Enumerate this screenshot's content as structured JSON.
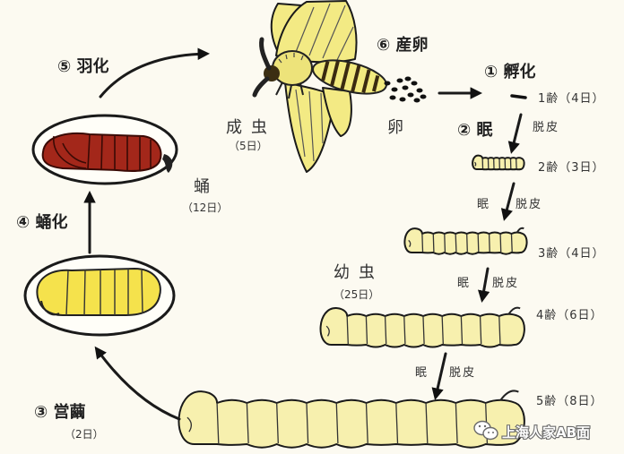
{
  "stages": {
    "eclosion": {
      "label": "⑤ 羽化"
    },
    "oviposition": {
      "label": "⑥ 産卵"
    },
    "hatching": {
      "label": "① 孵化"
    },
    "first_sleep": {
      "label": "② 眠"
    },
    "cocooning": {
      "label": "③ 営繭",
      "duration": "（2日）"
    },
    "pupation": {
      "label": "④ 蛹化"
    }
  },
  "forms": {
    "adult": {
      "label": "成虫",
      "duration": "（5日）"
    },
    "egg": {
      "label": "卵"
    },
    "pupa": {
      "label": "蛹",
      "duration": "（12日）"
    },
    "larva": {
      "label": "幼虫",
      "duration": "（25日）"
    }
  },
  "instars": [
    "1齢（4日）",
    "2齢（3日）",
    "3齢（4日）",
    "4齢（6日）",
    "5齢（8日）"
  ],
  "molts": [
    {
      "molt": "脱皮"
    },
    {
      "sleep": "眠",
      "molt": "脱皮"
    },
    {
      "sleep": "眠",
      "molt": "脱皮"
    },
    {
      "sleep": "眠",
      "molt": "脱皮"
    }
  ],
  "watermark": {
    "text": "上海人家AB面",
    "logo_icon": "wechat-logo-icon"
  },
  "colors": {
    "background": "#fcfaf1",
    "larva": "#f7f0ae",
    "wing": "#f3ea84",
    "pupa_red": "#a3271a",
    "pupa_yellow": "#f5e24c",
    "ink": "#1a1a1a"
  }
}
